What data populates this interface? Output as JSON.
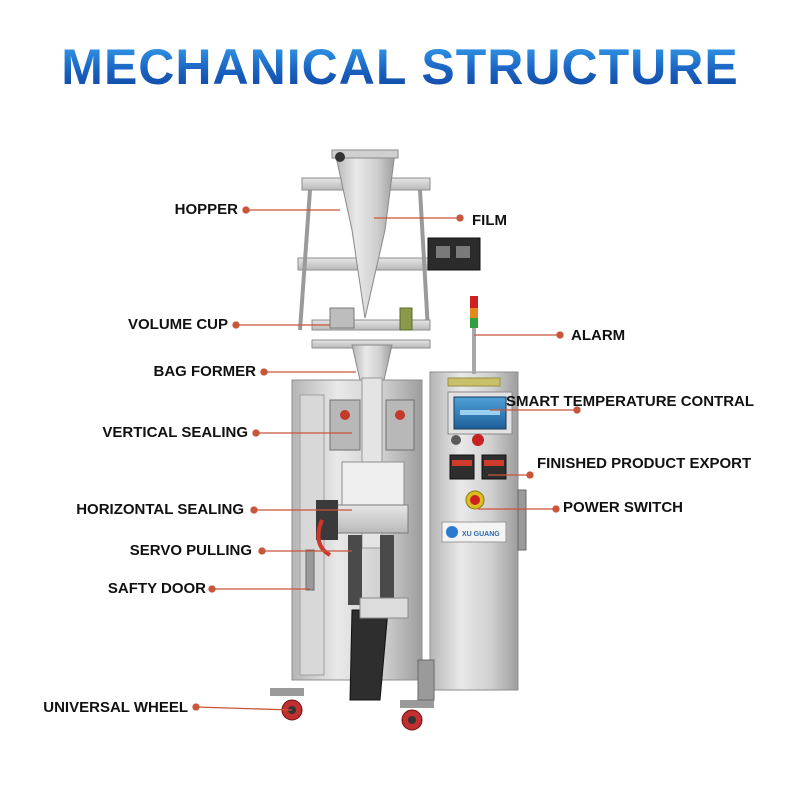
{
  "title": "MECHANICAL STRUCTURE",
  "colors": {
    "title_gradient": [
      "#3aa6f0",
      "#0e3f99"
    ],
    "leader": "#c8563a",
    "steel": "#c9c9c9",
    "steel_dark": "#8e8e8e"
  },
  "labels": {
    "hopper": "HOPPER",
    "film": "FILM",
    "volume_cup": "VOLUME CUP",
    "alarm": "ALARM",
    "bag_former": "BAG FORMER",
    "smart_temp": "SMART TEMPERATURE CONTRAL",
    "vertical_sealing": "VERTICAL SEALING",
    "finished_product": "FINISHED PRODUCT EXPORT",
    "horizontal_sealing": "HORIZONTAL SEALING",
    "power_switch": "POWER SWITCH",
    "servo_pulling": "SERVO PULLING",
    "safty_door": "SAFTY DOOR",
    "universal_wheel": "UNIVERSAL WHEEL"
  },
  "brand_plate": "XU GUANG"
}
